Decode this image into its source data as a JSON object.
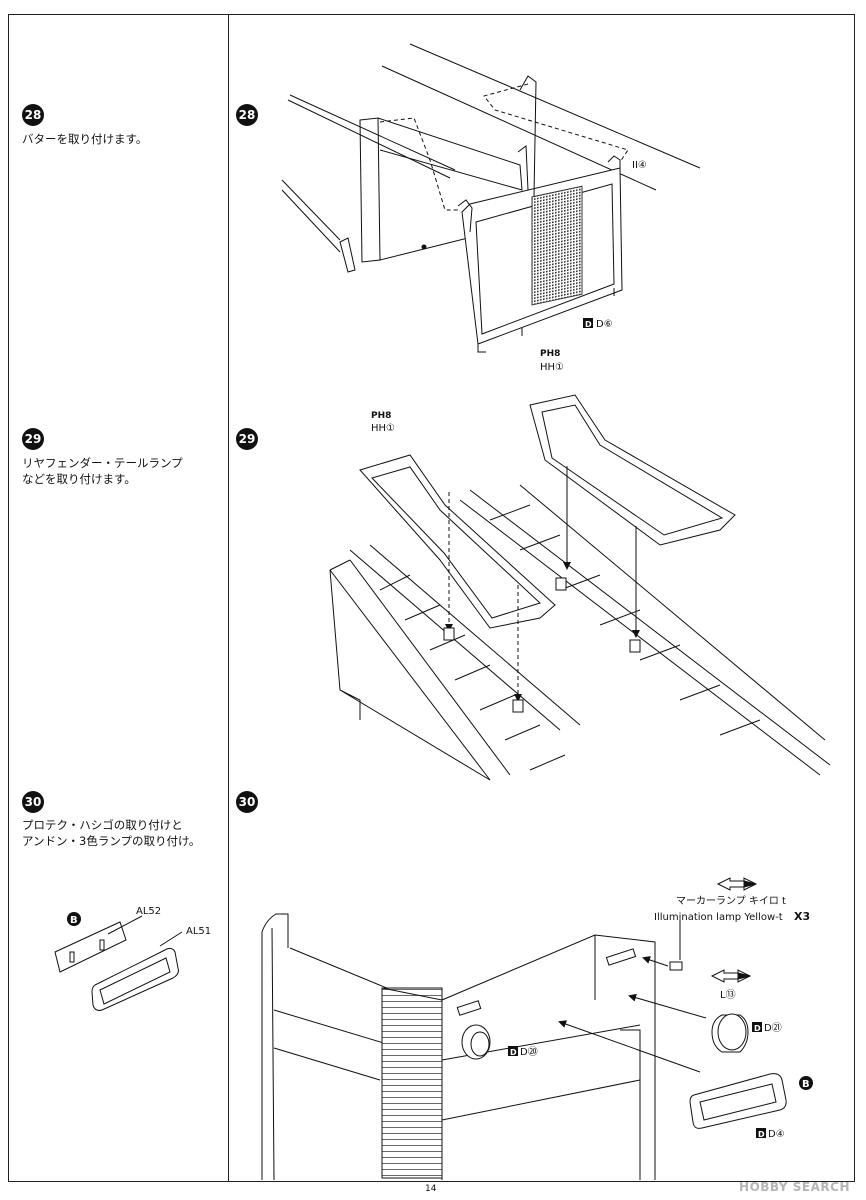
{
  "steps": [
    {
      "number": "28",
      "text": "バターを取り付けます。"
    },
    {
      "number": "29",
      "text": "リヤフェンダー・テールランプ\nなどを取り付けます。"
    },
    {
      "number": "30",
      "text": "プロテク・ハシゴの取り付けと\nアンドン・3色ランプの取り付け。"
    }
  ],
  "step28": {
    "part_1": "II④",
    "part_2": "D⑥"
  },
  "step29": {
    "left_top": "PH8",
    "left_bottom": "HH①",
    "right_top": "PH8",
    "right_bottom": "HH①"
  },
  "step30_left": {
    "sprue": "B",
    "part_1": "AL52",
    "part_2": "AL51"
  },
  "step30_right": {
    "marker_lamp_jp": "マーカーランプ キイロ t",
    "marker_lamp_en": "Illumination lamp Yellow-t",
    "marker_lamp_code": "X3",
    "part_l13": "L⑬",
    "part_d21": "D㉑",
    "part_d20": "D⑳",
    "part_b": "B",
    "part_d4": "D④"
  },
  "page_number": "14",
  "watermark": "HOBBY SEARCH"
}
